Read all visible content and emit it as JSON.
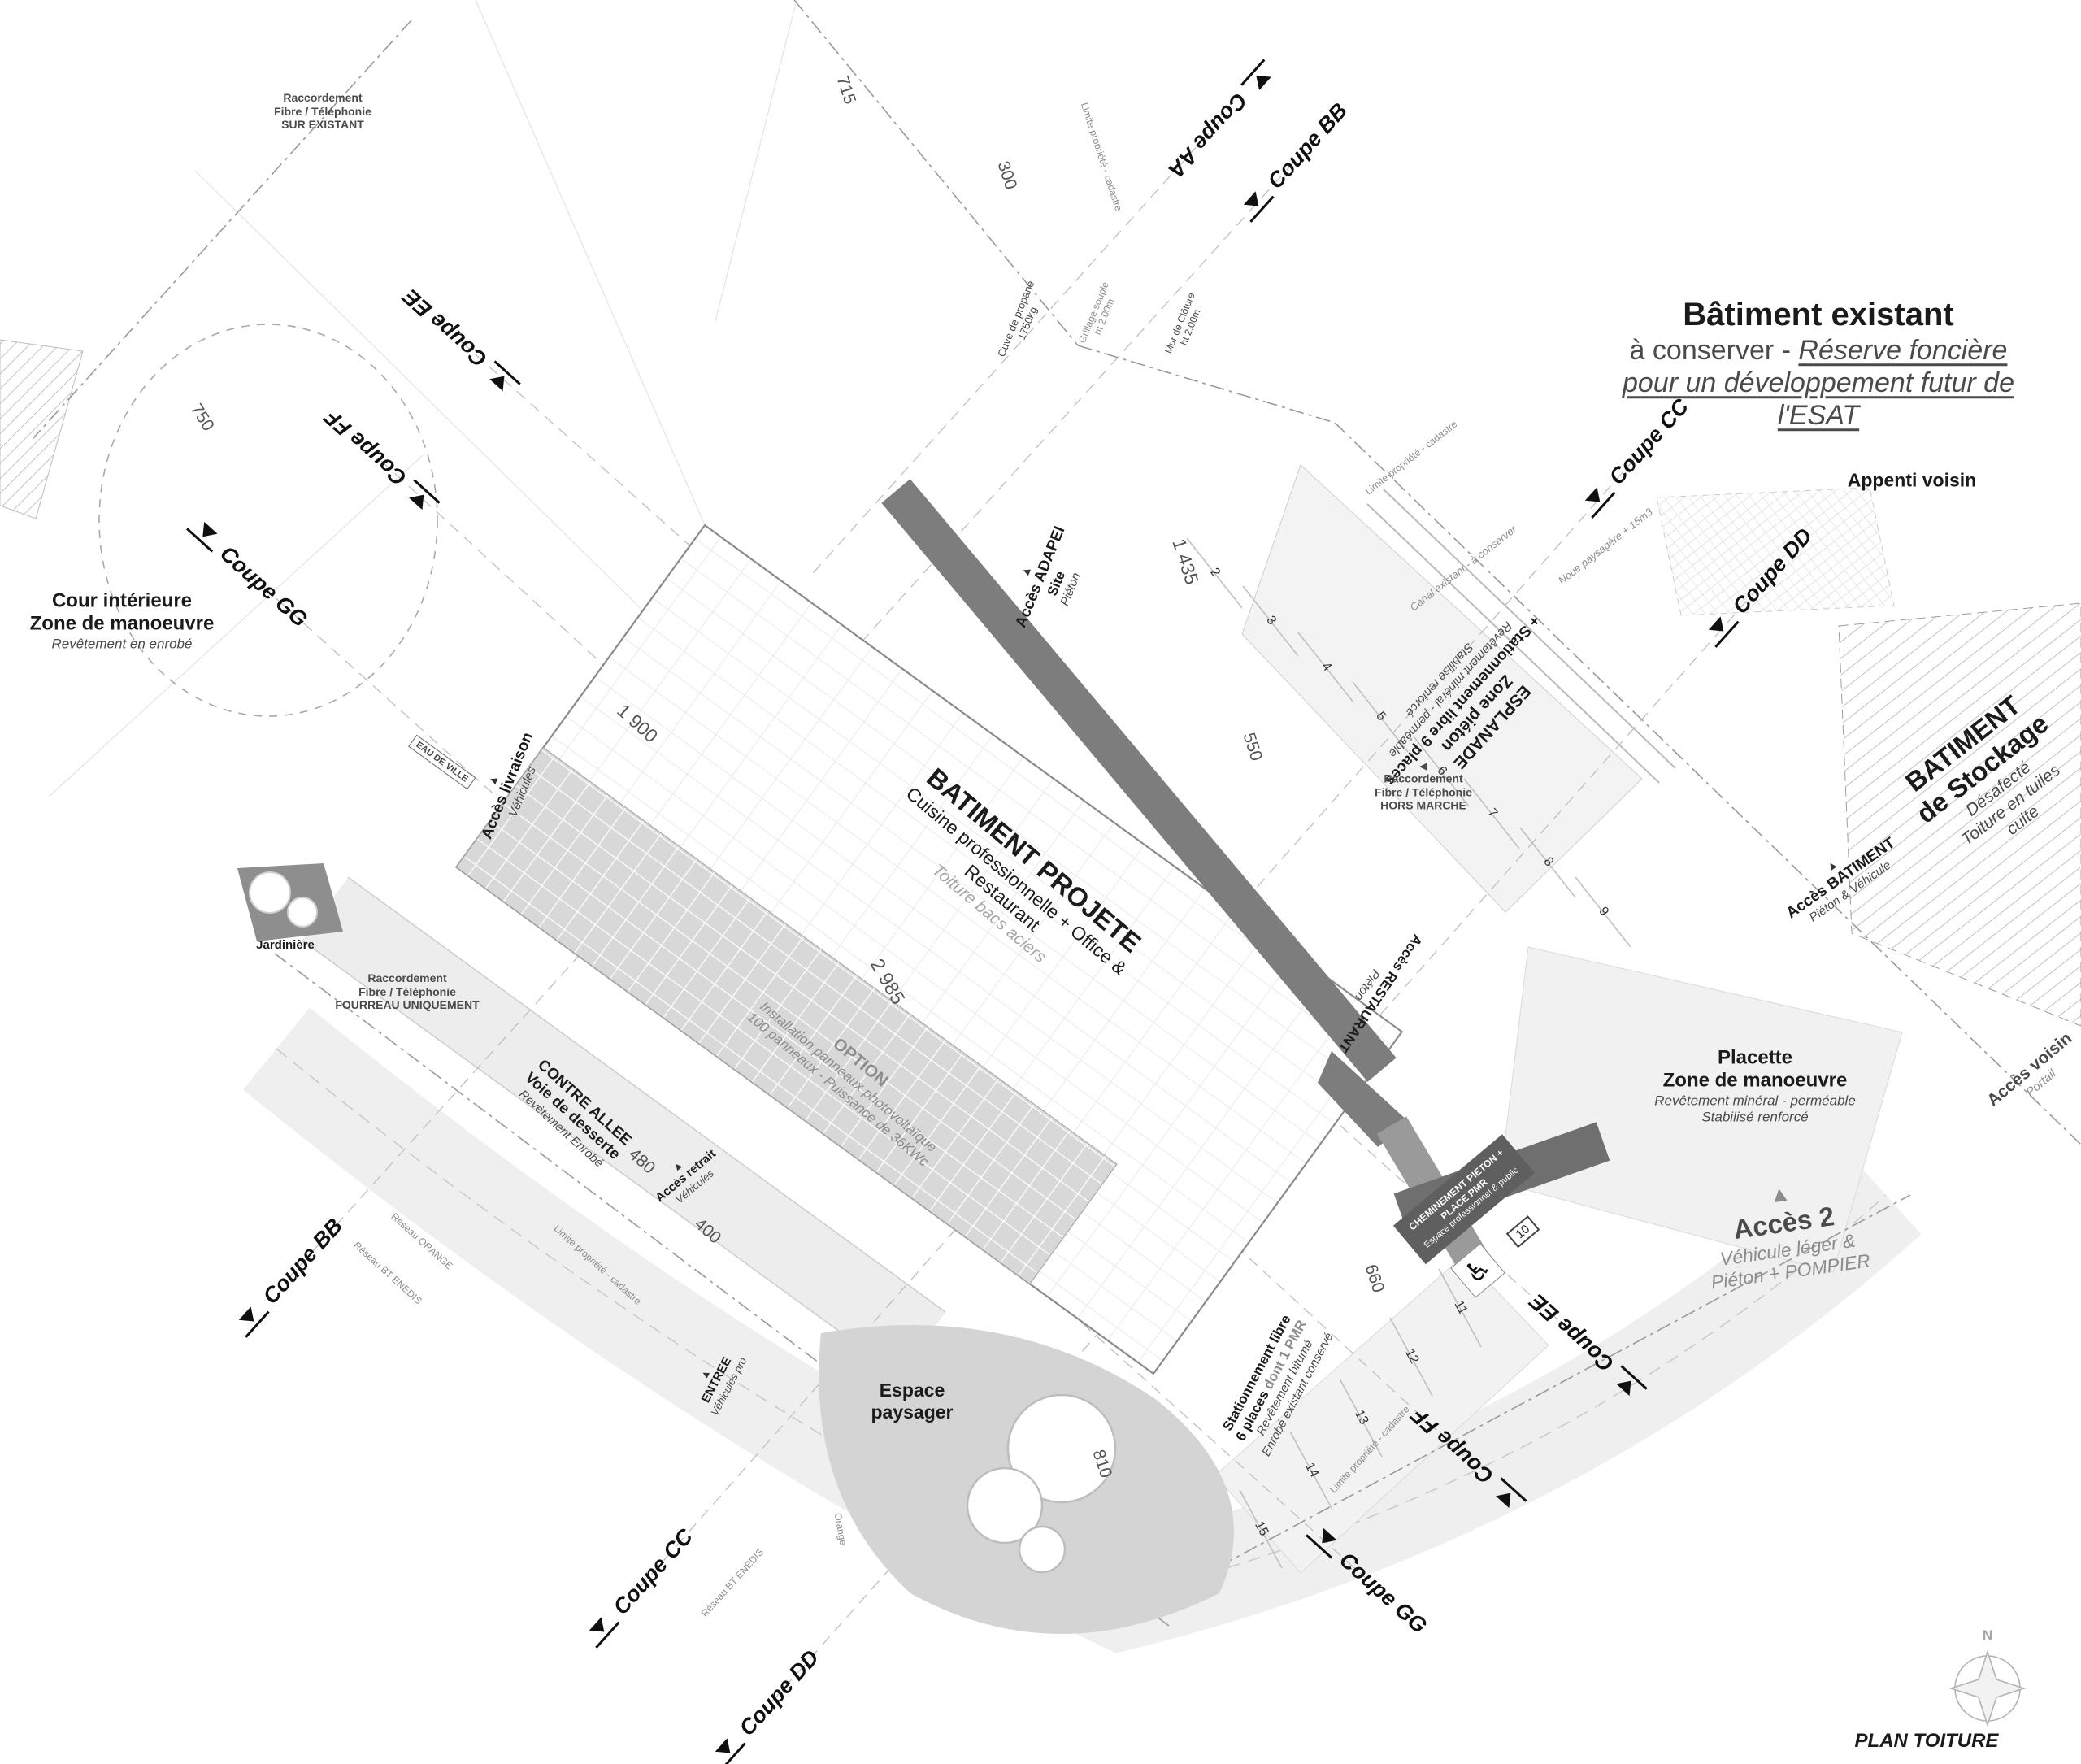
{
  "title_block": {
    "plan_title": "PLAN TOITURE"
  },
  "north": {
    "label": "N"
  },
  "colors": {
    "roof_panel": "#d8d8d8",
    "canopy": "#7d7d7d",
    "paysager_patch": "#d4d4d4"
  },
  "existing_building_note": {
    "line1": "Bâtiment existant",
    "line2a": "à conserver - ",
    "line2b": "Réserve foncière",
    "line3": "pour un développement futur de",
    "line4": "l'ESAT"
  },
  "appenti": {
    "label": "Appenti voisin"
  },
  "stockage": {
    "line1": "BATIMENT",
    "line2": "de Stockage",
    "line3": "Désafecté",
    "line4": "Toiture en tuiles",
    "line5": "cuite"
  },
  "cour": {
    "line1": "Cour intérieure",
    "line2": "Zone de manoeuvre",
    "line3": "Revêtement en enrobé"
  },
  "projete": {
    "line1": "BATIMENT PROJETE",
    "line2": "Cuisine professionnelle + Office &",
    "line3": "Restaurant",
    "line4": "Toiture bacs aciers"
  },
  "option": {
    "line1": "OPTION",
    "line2": "Installation panneaux photovoltaïque",
    "line3": "100 panneaux - Puissance de 36KWc"
  },
  "esplanade": {
    "line1": "ESPLANADE",
    "line2": "Zone piéton",
    "line3": "+ Stationnement libre 9 places",
    "line4": "Revêtement minéral - perméable",
    "line5": "Stabilisé renforcé"
  },
  "placette": {
    "line1": "Placette",
    "line2": "Zone de manoeuvre",
    "line3": "Revêtement minéral - perméable",
    "line4": "Stabilisé renforcé"
  },
  "acces2": {
    "line1": "Accès 2",
    "line2": "Véhicule léger &",
    "line3": "Piéton + POMPIER"
  },
  "espace_paysager": {
    "line1": "Espace",
    "line2": "paysager"
  },
  "contre_allee": {
    "line1": "CONTRE ALLEE",
    "line2": "Voie de desserte",
    "line3": "Revêtement Enrobé"
  },
  "stationnement": {
    "line1": "Stationnement libre",
    "line2a": "6 places ",
    "line2b": "dont 1 PMR",
    "line3": "Revêtement bitumé",
    "line4": "Enrobé existant conservé"
  },
  "jardiniere": {
    "label": "Jardinière"
  },
  "raccordements": {
    "sur_existant": {
      "line1": "Raccordement",
      "line2": "Fibre / Téléphonie",
      "line3": "SUR EXISTANT"
    },
    "fourreau": {
      "line1": "Raccordement",
      "line2": "Fibre / Téléphonie",
      "line3": "FOURREAU UNIQUEMENT"
    },
    "hors_marche": {
      "line1": "Raccordement",
      "line2": "Fibre / Téléphonie",
      "line3": "HORS MARCHE"
    }
  },
  "acces": {
    "adapei": {
      "line1": "Accès ADAPEI",
      "line2": "Site",
      "line3": "Piéton"
    },
    "restaurant": {
      "line1": "Accès RESTAURANT",
      "line2": "Piéton"
    },
    "batiment": {
      "line1": "Accès BATIMENT",
      "line2": "Piéton & Véhicule"
    },
    "voisin": {
      "line1": "Accès voisin",
      "line2": "Portail"
    },
    "livraison": {
      "line1": "Accès livraison",
      "line2": "Véhicules"
    },
    "retrait": {
      "line1": "Accès retrait",
      "line2": "Véhicules"
    },
    "entree": {
      "line1": "ENTREE",
      "line2": "Véhicules pro"
    }
  },
  "cheminement": {
    "line1": "CHEMINEMENT PIETON +",
    "line2": "PLACE PMR",
    "line3": "Espace professionnel & public"
  },
  "misc": {
    "cuve1": "Cuve de propane",
    "cuve2": "1750kg",
    "grillage1": "Grillage souple",
    "grillage2": "ht 2.00m",
    "mur1": "Mur de Clôture",
    "mur2": "ht 2.00m",
    "canal": "Canal existant - à conserver",
    "noue": "Noue paysagère + 15m3",
    "limite": "Limite propriété - cadastre",
    "reseau_orange": "Réseau ORANGE",
    "reseau_enedis": "Réseau BT ENEDIS",
    "orange": "Orange",
    "eau": "EAU DE VILLE"
  },
  "coupes": [
    {
      "label": "Coupe AA"
    },
    {
      "label": "Coupe BB"
    },
    {
      "label": "Coupe CC"
    },
    {
      "label": "Coupe DD"
    },
    {
      "label": "Coupe EE"
    },
    {
      "label": "Coupe FF"
    },
    {
      "label": "Coupe GG"
    }
  ],
  "dimensions": {
    "d715": "715",
    "d300": "300",
    "d750": "750",
    "d1900": "1 900",
    "d2985": "2 985",
    "d1435": "1 435",
    "d550": "550",
    "d480": "480",
    "d400": "400",
    "d660": "660",
    "d810": "810"
  },
  "parking": {
    "n2": "2",
    "n3": "3",
    "n4": "4",
    "n5": "5",
    "n6": "6",
    "n7": "7",
    "n8": "8",
    "n9": "9",
    "n10": "10",
    "n11": "11",
    "n12": "12",
    "n13": "13",
    "n14": "14",
    "n15": "15"
  },
  "icons": {
    "wheelchair": "♿",
    "triangle_up": "▲",
    "arrow_left": "◀"
  }
}
